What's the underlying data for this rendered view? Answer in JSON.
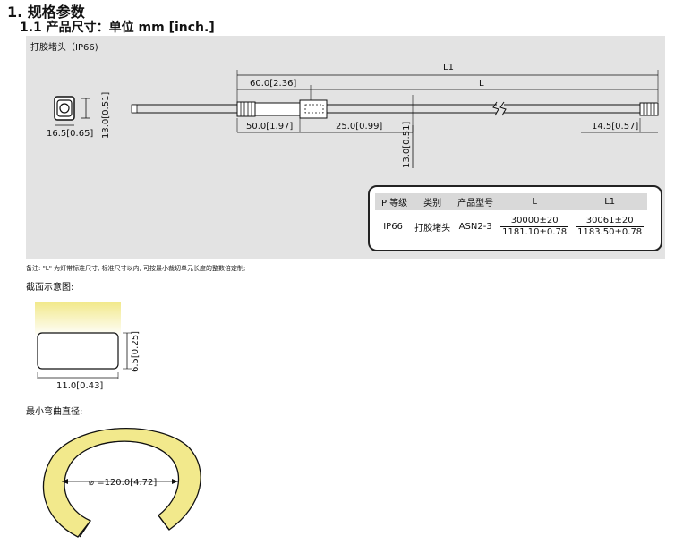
{
  "heading": "1. 规格参数",
  "subheading": "1.1 产品尺寸：单位 mm [inch.]",
  "panel": {
    "label": "打胶堵头（IP66)",
    "dims": {
      "end_height": "13.0[0.51]",
      "end_width": "16.5[0.65]",
      "total_length": "L1",
      "length": "L",
      "d60": "60.0[2.36]",
      "d50": "50.0[1.97]",
      "d25": "25.0[0.99]",
      "d14": "14.5[0.57]",
      "height": "13.0[0.51]"
    }
  },
  "spec_table": {
    "headers": [
      "IP 等级",
      "类别",
      "产品型号",
      "L",
      "L1"
    ],
    "row": {
      "ip": "IP66",
      "category": "打胶堵头",
      "model": "ASN2-3",
      "L_top": "30000±20",
      "L_bot": "1181.10±0.78",
      "L1_top": "30061±20",
      "L1_bot": "1183.50±0.78"
    }
  },
  "note": "备注: \"L\" 为灯带标准尺寸, 标准尺寸以内, 可按最小裁切单元长度的整数倍定制;",
  "cross_section": {
    "label": "截面示意图:",
    "width": "11.0[0.43]",
    "height": "6.5[0.25]"
  },
  "bend": {
    "label": "最小弯曲直径:",
    "diameter": "⌀ =120.0[4.72]"
  },
  "colors": {
    "panel_bg": "#e3e3e3",
    "glow": "#f2e98c",
    "table_header": "#d9d9d9"
  }
}
